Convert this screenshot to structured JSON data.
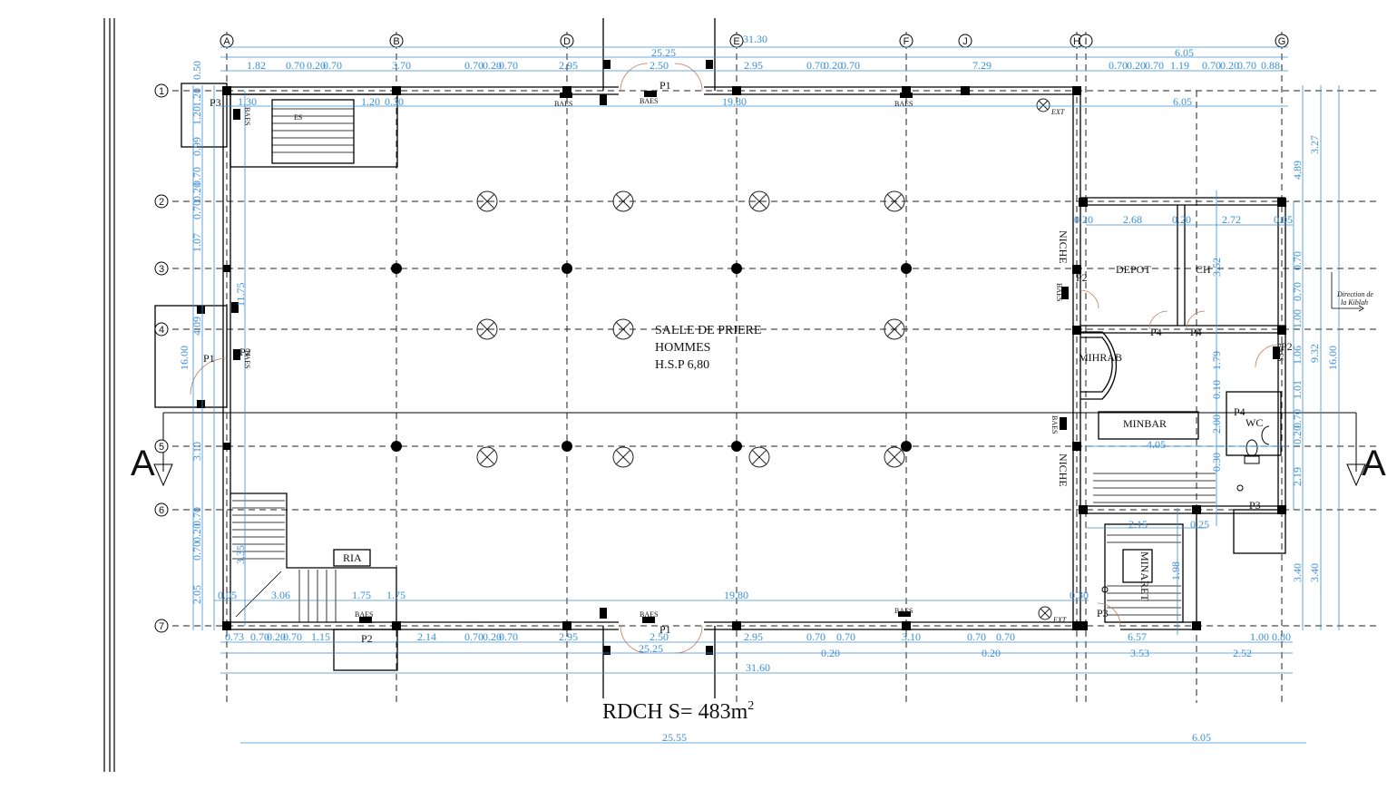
{
  "plan": {
    "title": "RDCH S= 483m",
    "title_sup": "2",
    "section_marker": "A",
    "room_main_line1": "SALLE DE PRIERE",
    "room_main_line2": "HOMMES",
    "room_main_line3": "H.S.P 6,80",
    "column_labels": [
      "A",
      "B",
      "D",
      "E",
      "F",
      "J",
      "H",
      "I",
      "G"
    ],
    "row_labels": [
      "1",
      "2",
      "3",
      "4",
      "5",
      "6",
      "7"
    ],
    "rooms": {
      "depot": "DEPOT",
      "ch": "CH",
      "mihrab": "MIHRAB",
      "minbar": "MINBAR",
      "wc": "WC",
      "minaret": "MINARET",
      "ria": "RIA",
      "es": "ES",
      "niche_top": "NICHE",
      "niche_bottom": "NICHE"
    },
    "doors": [
      "P1",
      "P1",
      "P1",
      "P2",
      "P2",
      "P2",
      "P3",
      "P3",
      "P3",
      "P4",
      "P4",
      "P4",
      "P2"
    ],
    "equipment": {
      "baes": "BAES",
      "ext": "EXT"
    },
    "kiblah_line1": "Direction de",
    "kiblah_line2": "la Kiblah",
    "dims_top": [
      "25.25",
      "31.30",
      "6.05",
      "1.82",
      "0.70",
      "0.20",
      "0.70",
      "3.70",
      "0.70",
      "0.20",
      "0.70",
      "2.95",
      "2.50",
      "2.95",
      "0.70",
      "0.20",
      "0.70",
      "7.29",
      "0.70",
      "0.20",
      "0.70",
      "1.19",
      "0.70",
      "0.20",
      "0.70",
      "0.88",
      "19.80",
      "6.05"
    ],
    "dims_bottom": [
      "0.73",
      "0.70",
      "0.20",
      "0.70",
      "1.15",
      "1.75",
      "2.14",
      "0.70",
      "0.20",
      "0.70",
      "2.95",
      "2.50",
      "2.95",
      "0.70",
      "0.70",
      "3.10",
      "0.70",
      "0.70",
      "6.57",
      "1.00",
      "0.80",
      "25.25",
      "0.20",
      "0.20",
      "3.53",
      "2.52",
      "31.60",
      "25.55",
      "6.05",
      "19.80",
      "3.06",
      "1.75",
      "0.30",
      "0.05"
    ],
    "dims_left": [
      "1.20",
      "0.50",
      "1.20",
      "0.99",
      "0.70",
      "0.20",
      "0.70",
      "1.07",
      "4.09",
      "16.00",
      "3.10",
      "0.70",
      "0.20",
      "0.70",
      "2.05",
      "11.75",
      "3.35",
      "1.30",
      "1.20",
      "0.30"
    ],
    "dims_right": [
      "3.27",
      "4.89",
      "0.70",
      "0.70",
      "1.00",
      "1.06",
      "1.01",
      "0.70",
      "0.20",
      "2.19",
      "3.40",
      "3.40",
      "9.32",
      "16.00",
      "2.68",
      "2.72",
      "0.20",
      "0.20",
      "0.05",
      "3.52",
      "1.79",
      "2.00",
      "4.05",
      "2.15",
      "1.98",
      "0.10",
      "0.30",
      "0.25"
    ]
  }
}
